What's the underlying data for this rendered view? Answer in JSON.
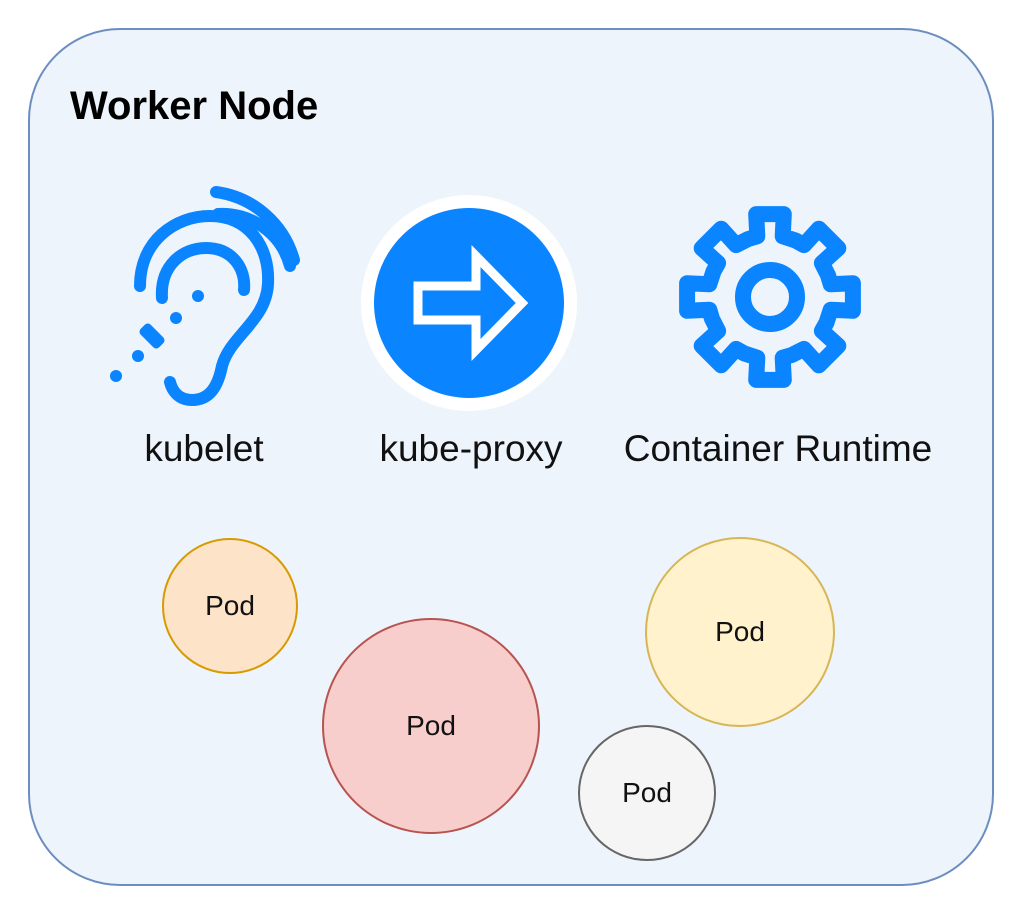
{
  "worker_node": {
    "title": "Worker Node",
    "border_color": "#6c8ebf",
    "fill_color": "#eef4fc"
  },
  "components": [
    {
      "label": "kubelet",
      "icon": "hearing-ear-icon",
      "color": "#0a84ff"
    },
    {
      "label": "kube-proxy",
      "icon": "arrow-right-circle-icon",
      "color": "#0a84ff"
    },
    {
      "label": "Container Runtime",
      "icon": "gear-icon",
      "color": "#0a84ff"
    }
  ],
  "pods": [
    {
      "label": "Pod",
      "fill": "#fde3c8",
      "stroke": "#d79b00"
    },
    {
      "label": "Pod",
      "fill": "#f8cecc",
      "stroke": "#b85450"
    },
    {
      "label": "Pod",
      "fill": "#fff2cc",
      "stroke": "#d6b656"
    },
    {
      "label": "Pod",
      "fill": "#f5f5f5",
      "stroke": "#666666"
    }
  ]
}
